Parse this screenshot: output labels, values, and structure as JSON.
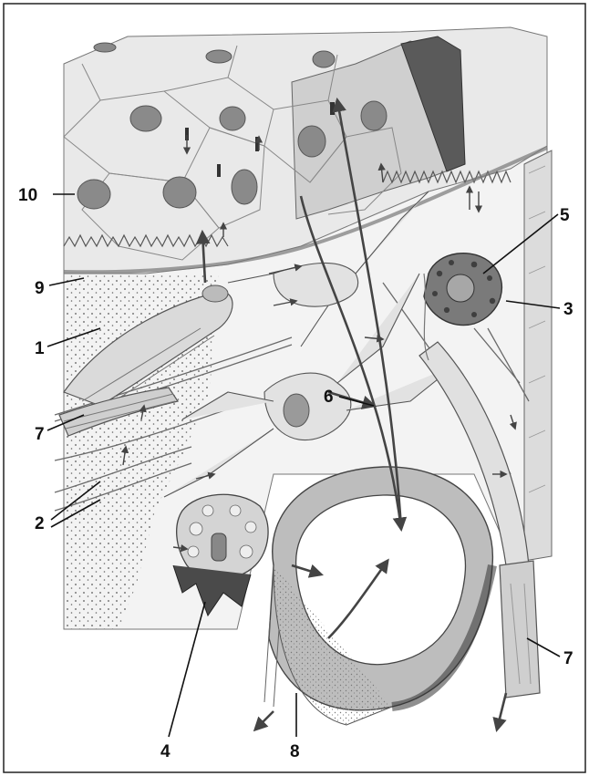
{
  "figure": {
    "callouts": [
      {
        "id": "c10",
        "text": "10"
      },
      {
        "id": "c9",
        "text": "9"
      },
      {
        "id": "c1",
        "text": "1"
      },
      {
        "id": "c7a",
        "text": "7"
      },
      {
        "id": "c2",
        "text": "2"
      },
      {
        "id": "c5",
        "text": "5"
      },
      {
        "id": "c3",
        "text": "3"
      },
      {
        "id": "c6",
        "text": "6"
      },
      {
        "id": "c7b",
        "text": "7"
      },
      {
        "id": "c4",
        "text": "4"
      },
      {
        "id": "c8",
        "text": "8"
      }
    ],
    "colors": {
      "ink": "#111111",
      "line": "#333333",
      "epithelium": "#e9e9e9",
      "epithelium_dark": "#4a4a4a",
      "matrix": "#f4f4f4",
      "vessel": "#c9c9c9",
      "vessel_dark": "#6a6a6a",
      "nucleus": "#8a8a8a"
    }
  }
}
